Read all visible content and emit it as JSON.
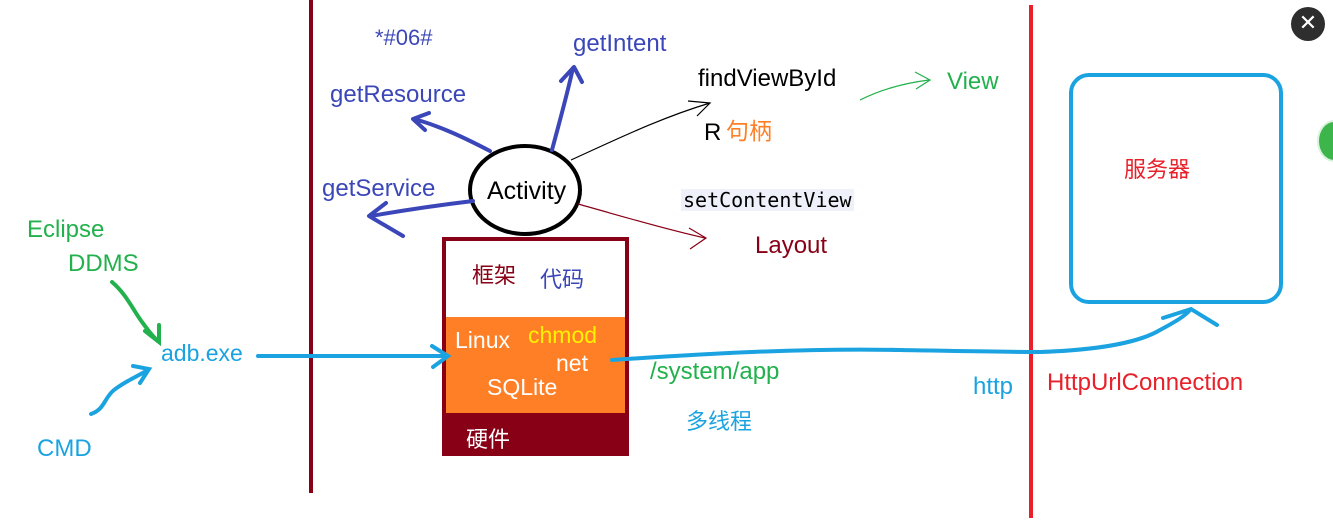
{
  "labels": {
    "ussd_code": "*#06#",
    "get_intent": "getIntent",
    "get_resource": "getResource",
    "get_service": "getService",
    "activity": "Activity",
    "find_view_by_id": "findViewById",
    "view": "View",
    "r": "R",
    "handle": "句柄",
    "set_content_view": "setContentView",
    "layout": "Layout",
    "framework": "框架",
    "code": "代码",
    "linux": "Linux",
    "chmod": "chmod",
    "net": "net",
    "sqlite": "SQLite",
    "hardware": "硬件",
    "eclipse": "Eclipse",
    "ddms": "DDMS",
    "adb": "adb.exe",
    "cmd": "CMD",
    "system_app": "/system/app",
    "multithreading": "多线程",
    "http": "http",
    "http_url_connection": "HttpUrlConnection",
    "server": "服务器"
  },
  "colors": {
    "blue_label": "#3b47b8",
    "green": "#22b14c",
    "cyan": "#1aa3e0",
    "dark_red": "#880015",
    "red": "#e8202a",
    "orange": "#ff7f27",
    "yellow": "#fff200",
    "black": "#000000"
  },
  "icons": {
    "close": "close-icon"
  }
}
